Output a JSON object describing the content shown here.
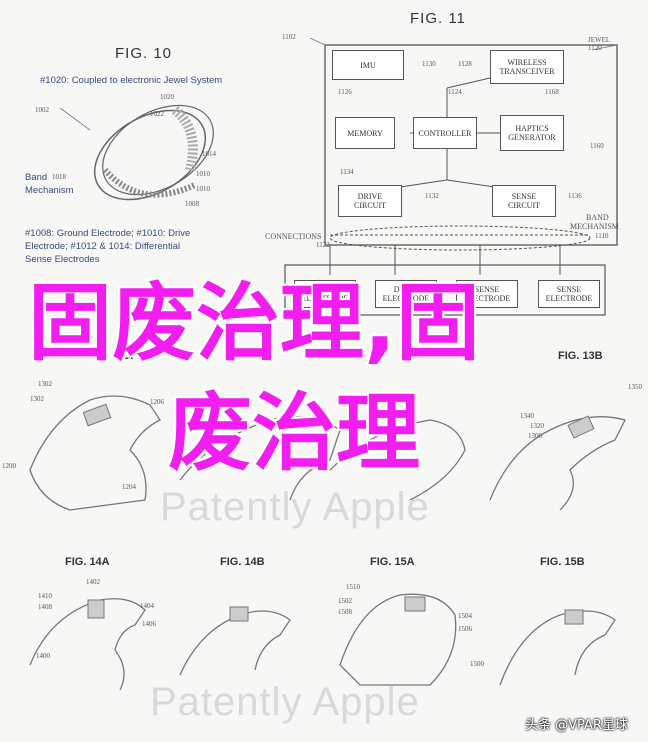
{
  "fig10": {
    "title": "FIG. 10",
    "caption1": "#1020: Coupled to electronic Jewel System",
    "ref_1002": "1002",
    "ref_1020": "1020",
    "ref_1022": "1022",
    "ref_1014": "1014",
    "ref_1010": "1010",
    "ref_1008": "1008",
    "ref_1018": "1018",
    "band_label": "Band",
    "mechanism_label": "Mechanism",
    "caption2_l1": "#1008: Ground Electrode; #1010: Drive",
    "caption2_l2": "Electrode; #1012 & 1014: Differential",
    "caption2_l3": "Sense Electrodes"
  },
  "fig11": {
    "title": "FIG. 11",
    "ref_1102": "1102",
    "jewel_label": "JEWEL",
    "ref_1120": "1120",
    "imu": "IMU",
    "ref_1130": "1130",
    "wireless_l1": "WIRELESS",
    "wireless_l2": "TRANSCEIVER",
    "ref_1128": "1128",
    "ref_1126": "1126",
    "ref_1124": "1124",
    "ref_1168": "1168",
    "memory": "MEMORY",
    "controller": "CONTROLLER",
    "haptics_l1": "HAPTICS",
    "haptics_l2": "GENERATOR",
    "ref_1134": "1134",
    "ref_1160": "1160",
    "drive_l1": "DRIVE",
    "drive_l2": "CIRCUIT",
    "ref_1132": "1132",
    "sense_l1": "SENSE",
    "sense_l2": "CIRCUIT",
    "ref_1136": "1136",
    "connections": "CONNECTIONS",
    "ref_1122": "1122",
    "band_l1": "BAND",
    "band_l2": "MECHANISM",
    "ref_1110": "1110",
    "ground_l1": "GROUND",
    "ground_l2": "ELECTRODE",
    "drive_e_l1": "DRIVE",
    "drive_e_l2": "ELECTRODE",
    "sense_e1_l1": "SENSE",
    "sense_e1_l2": "ELECTRODE",
    "sense_e2_l1": "SENSE",
    "sense_e2_l2": "ELECTRODE"
  },
  "overlay": {
    "line1": "固废治理,固",
    "line2": "废治理"
  },
  "fig13": {
    "a": "FIG. 13A",
    "b": "FIG. 13B",
    "ref_1302": "1302",
    "ref_1200": "1200",
    "ref_1206": "1206",
    "ref_1204": "1204",
    "ref_1350": "1350",
    "ref_1340": "1340",
    "ref_1320": "1320",
    "ref_1306": "1306"
  },
  "watermark1": "Patently Apple",
  "fig14": {
    "a": "FIG. 14A",
    "b": "FIG. 14B",
    "ref_1402": "1402",
    "ref_1410": "1410",
    "ref_1408": "1408",
    "ref_1404": "1404",
    "ref_1406": "1406",
    "ref_1400": "1400"
  },
  "fig15": {
    "a": "FIG. 15A",
    "b": "FIG. 15B",
    "ref_1510": "1510",
    "ref_1502": "1502",
    "ref_1508": "1508",
    "ref_1504": "1504",
    "ref_1506": "1506",
    "ref_1500": "1500"
  },
  "watermark2": "Patently Apple",
  "credit": "头条 @VPAR星球"
}
